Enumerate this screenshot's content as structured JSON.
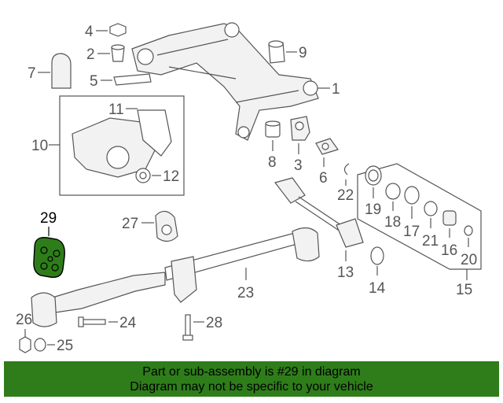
{
  "callouts": {
    "c1": "1",
    "c2": "2",
    "c3": "3",
    "c4": "4",
    "c5": "5",
    "c6": "6",
    "c7": "7",
    "c8": "8",
    "c9": "9",
    "c10": "10",
    "c11": "11",
    "c12": "12",
    "c13": "13",
    "c14": "14",
    "c15": "15",
    "c16": "16",
    "c17": "17",
    "c18": "18",
    "c19": "19",
    "c20": "20",
    "c21": "21",
    "c22": "22",
    "c23": "23",
    "c24": "24",
    "c25": "25",
    "c26": "26",
    "c27": "27",
    "c28": "28",
    "c29": "29"
  },
  "highlight": {
    "part": "29",
    "color": "#2e7d1a"
  },
  "banner": {
    "line1": "Part or sub-assembly is #29 in diagram",
    "line2": "Diagram may not be specific to your vehicle",
    "color": "#2e7d1a"
  }
}
